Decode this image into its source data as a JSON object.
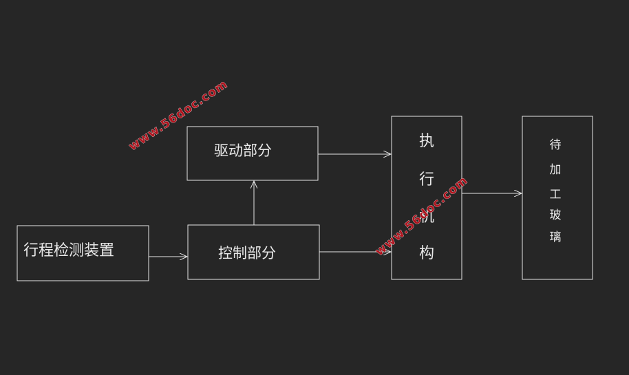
{
  "nodes": {
    "sensor": "行程检测装置",
    "control": "控制部分",
    "drive": "驱动部分",
    "actuator": [
      "执",
      "行",
      "机",
      "构"
    ],
    "glass": [
      "待",
      "加",
      "工",
      "玻",
      "璃"
    ]
  },
  "watermark": "www.56doc.com",
  "colors": {
    "background": "#262626",
    "line": "#e6e6e6",
    "watermark": "#b0141e"
  }
}
